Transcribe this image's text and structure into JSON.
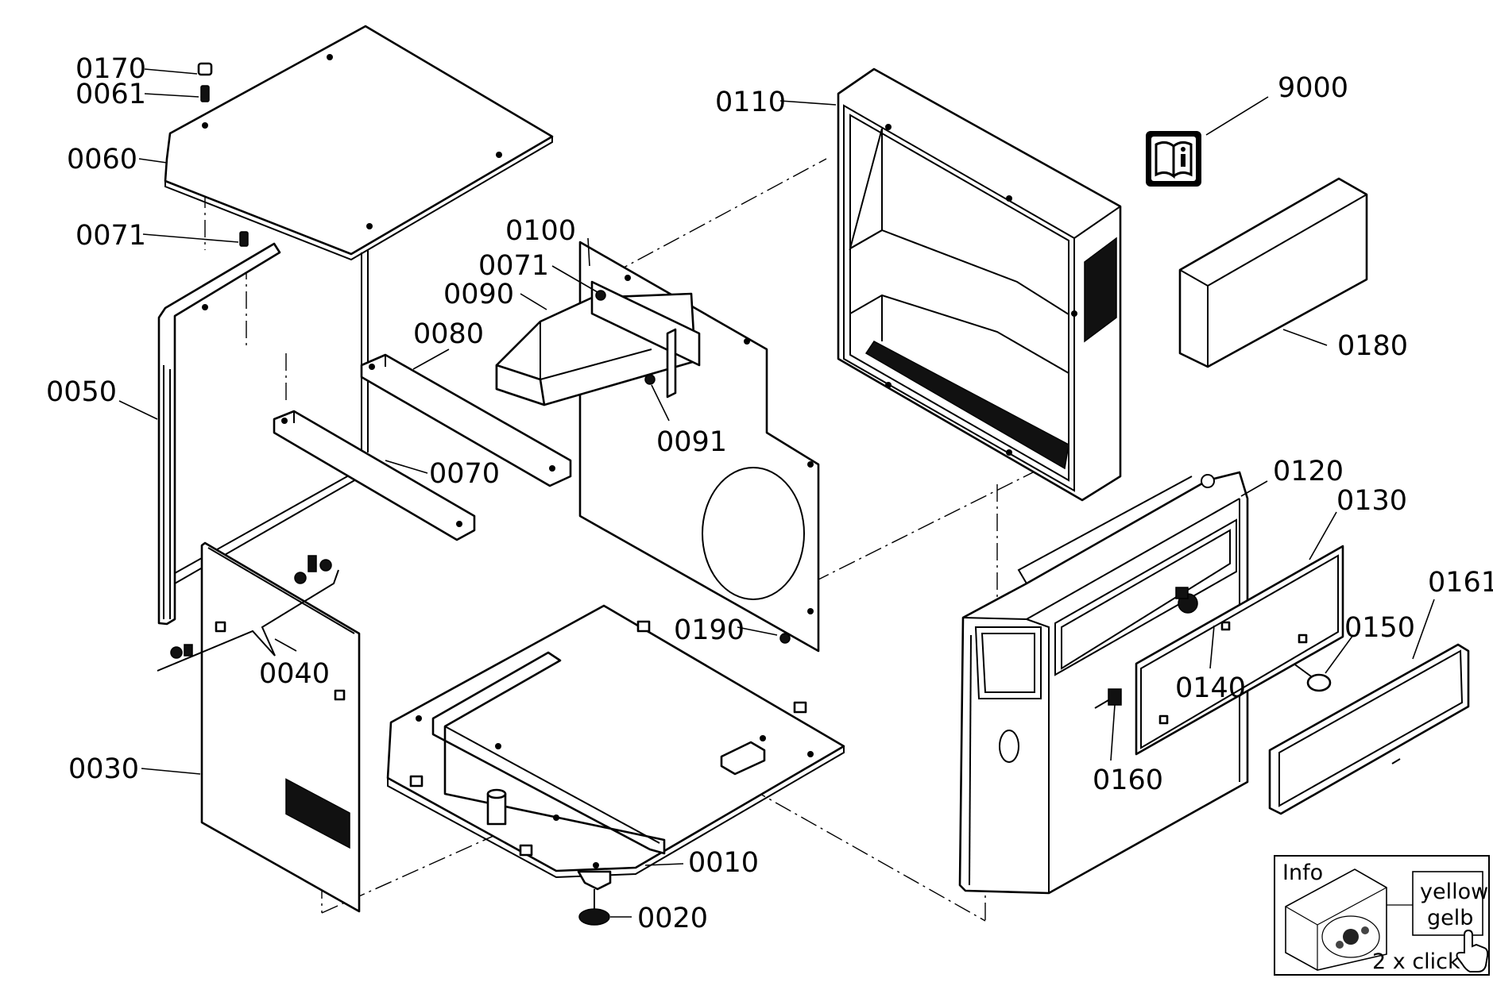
{
  "diagram": {
    "labels": {
      "p0170": "0170",
      "p0061": "0061",
      "p0060": "0060",
      "p0071a": "0071",
      "p0050": "0050",
      "p0100": "0100",
      "p0071b": "0071",
      "p0090": "0090",
      "p0080": "0080",
      "p0091": "0091",
      "p0070": "0070",
      "p0110": "0110",
      "p9000": "9000",
      "p0180": "0180",
      "p0120": "0120",
      "p0130": "0130",
      "p0161": "0161",
      "p0150": "0150",
      "p0140": "0140",
      "p0160": "0160",
      "p0190": "0190",
      "p0040": "0040",
      "p0030": "0030",
      "p0010": "0010",
      "p0020": "0020"
    },
    "info_box": {
      "title": "Info",
      "color_line1": "yellow",
      "color_line2": "gelb",
      "hint": "2 x click"
    }
  }
}
